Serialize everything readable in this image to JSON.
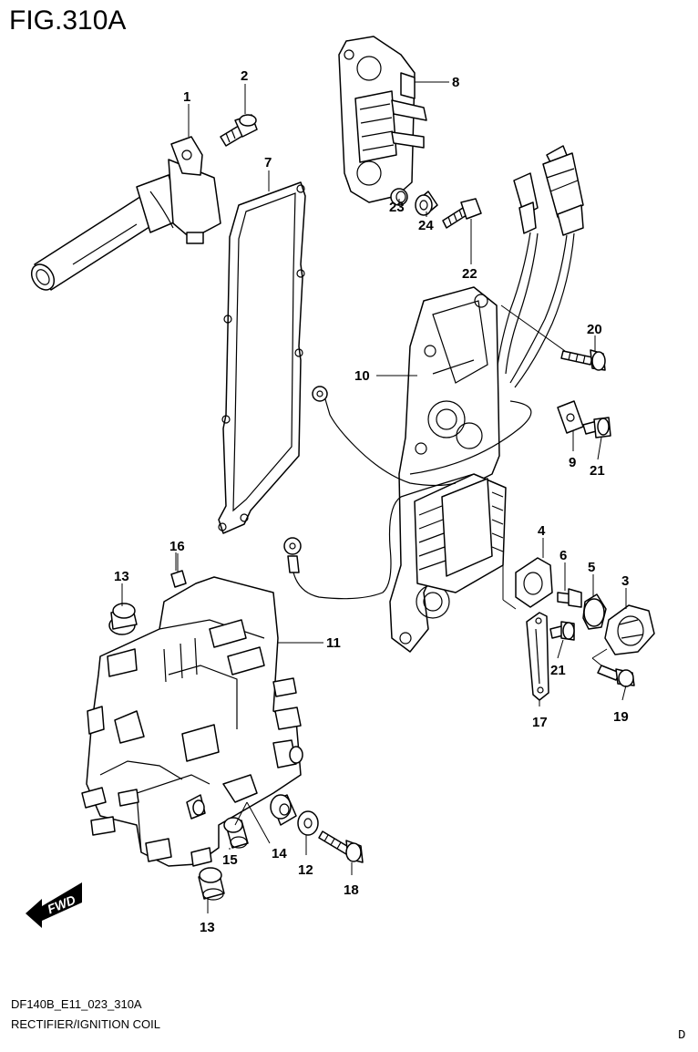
{
  "figure": {
    "title": "FIG.310A",
    "code": "DF140B_E11_023_310A",
    "name": "RECTIFIER/IGNITION COIL",
    "page_letter": "D",
    "fwd_badge": "FWD"
  },
  "callouts": [
    "1",
    "2",
    "7",
    "8",
    "23",
    "24",
    "22",
    "20",
    "10",
    "9",
    "21",
    "16",
    "13",
    "11",
    "4",
    "6",
    "5",
    "3",
    "21",
    "17",
    "19",
    "15",
    "14",
    "12",
    "18",
    "13"
  ]
}
